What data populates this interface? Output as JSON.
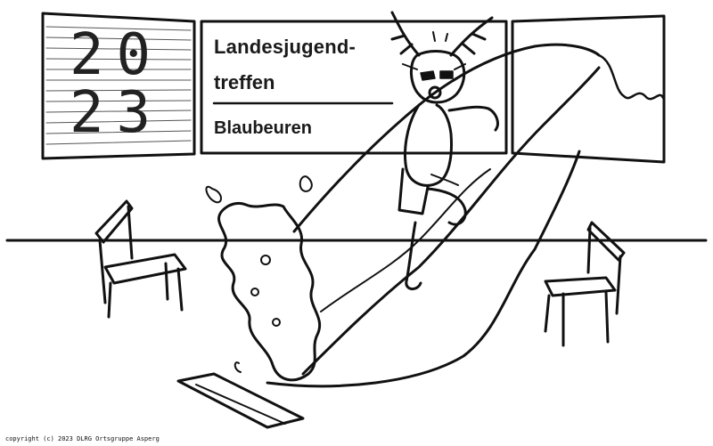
{
  "board": {
    "year_top": "20",
    "year_bottom": "23",
    "title_line1": "Landesjugend-",
    "title_line2": "treffen",
    "location": "Blaubeuren"
  },
  "footer": {
    "copyright": "copyright (c) 2023 DLRG Ortsgruppe Asperg"
  },
  "colors": {
    "line": "#111111",
    "background": "#ffffff"
  }
}
